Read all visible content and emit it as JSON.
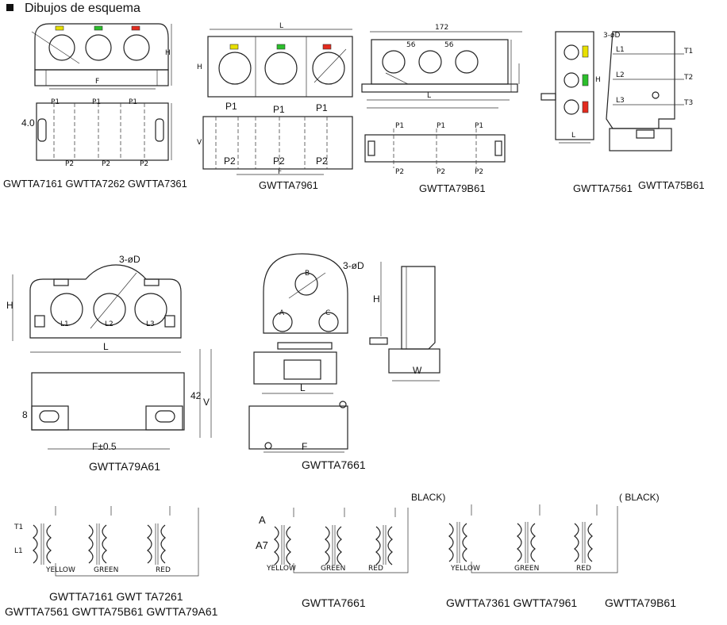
{
  "heading": "Dibujos de esquema",
  "colors": {
    "yellow": "#e8e000",
    "green": "#2bbf2b",
    "red": "#e32b1e"
  },
  "captions": {
    "row1_a": "GWTTA7161 GWTTA7262 GWTTA7361",
    "row1_b": "GWTTA7961",
    "row1_c": "GWTTA79B61",
    "row1_d1": "GWTTA7561",
    "row1_d2": "GWTTA75B61",
    "row2_a": "GWTTA79A61",
    "row2_b": "GWTTA7661",
    "row3_a1": "GWTTA7161 GWT TA7261",
    "row3_a2": "GWTTA7561  GWTTA75B61 GWTTA79A61",
    "row3_b": "GWTTA7661",
    "row3_c1": "GWTTA7361 GWTTA7961",
    "row3_c2": "GWTTA79B61"
  },
  "labels": {
    "p1": "P1",
    "p2": "P2",
    "l": "L",
    "h": "H",
    "w": "W",
    "f": "F",
    "v": "V",
    "dim_40": "4.0",
    "dim_172": "172",
    "dim_56": "56",
    "d3": "3-øD",
    "f05": "F±0.5",
    "dim_42": "42",
    "dim_8": "8",
    "a": "A",
    "b": "B",
    "c": "C",
    "l1": "L1",
    "l2": "L2",
    "l3": "L3",
    "t1": "T1",
    "t2": "T2",
    "t3": "T3",
    "black": "BLACK)",
    "black2": "( BLACK)",
    "a_mark": "A",
    "a7_mark": "A7",
    "yellow_lbl": "YELLOW",
    "green_lbl": "GREEN",
    "red_lbl": "RED"
  }
}
